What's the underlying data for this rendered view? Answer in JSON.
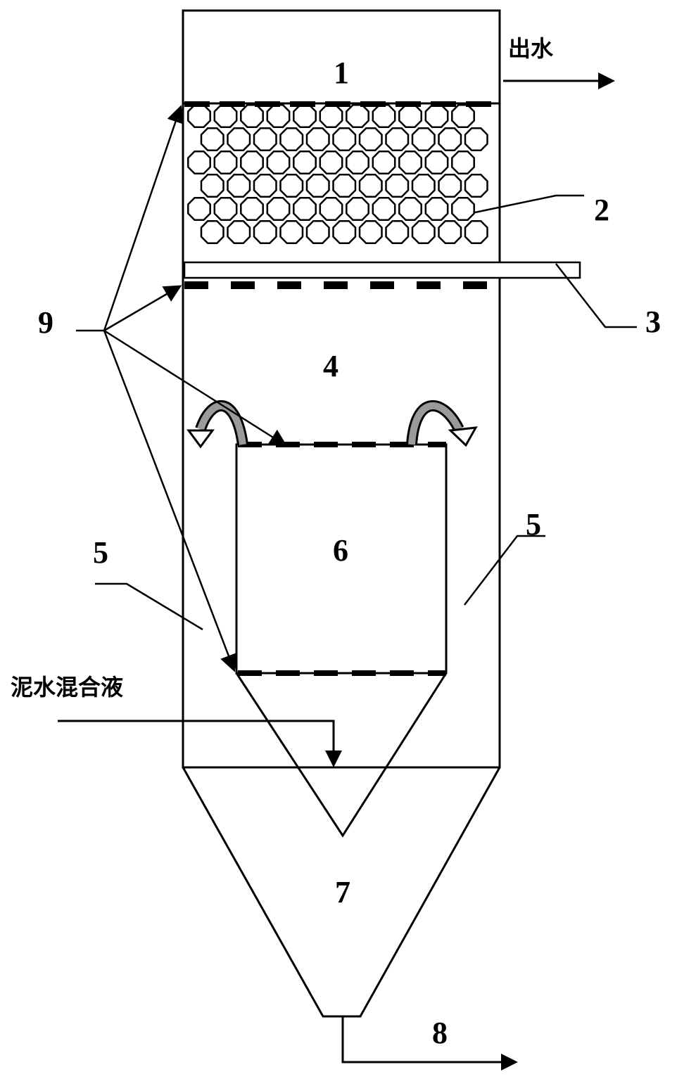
{
  "labels": {
    "zone_1": "1",
    "filter_2": "2",
    "pipe_3": "3",
    "zone_4": "4",
    "zone_5_left": "5",
    "zone_5_right": "5",
    "zone_6": "6",
    "zone_7": "7",
    "outlet_8": "8",
    "screens_9": "9"
  },
  "text": {
    "outflow": "出水",
    "inflow": "泥水混合液"
  },
  "colors": {
    "line": "#000000",
    "background": "#ffffff",
    "gas_plume": "#808080"
  }
}
